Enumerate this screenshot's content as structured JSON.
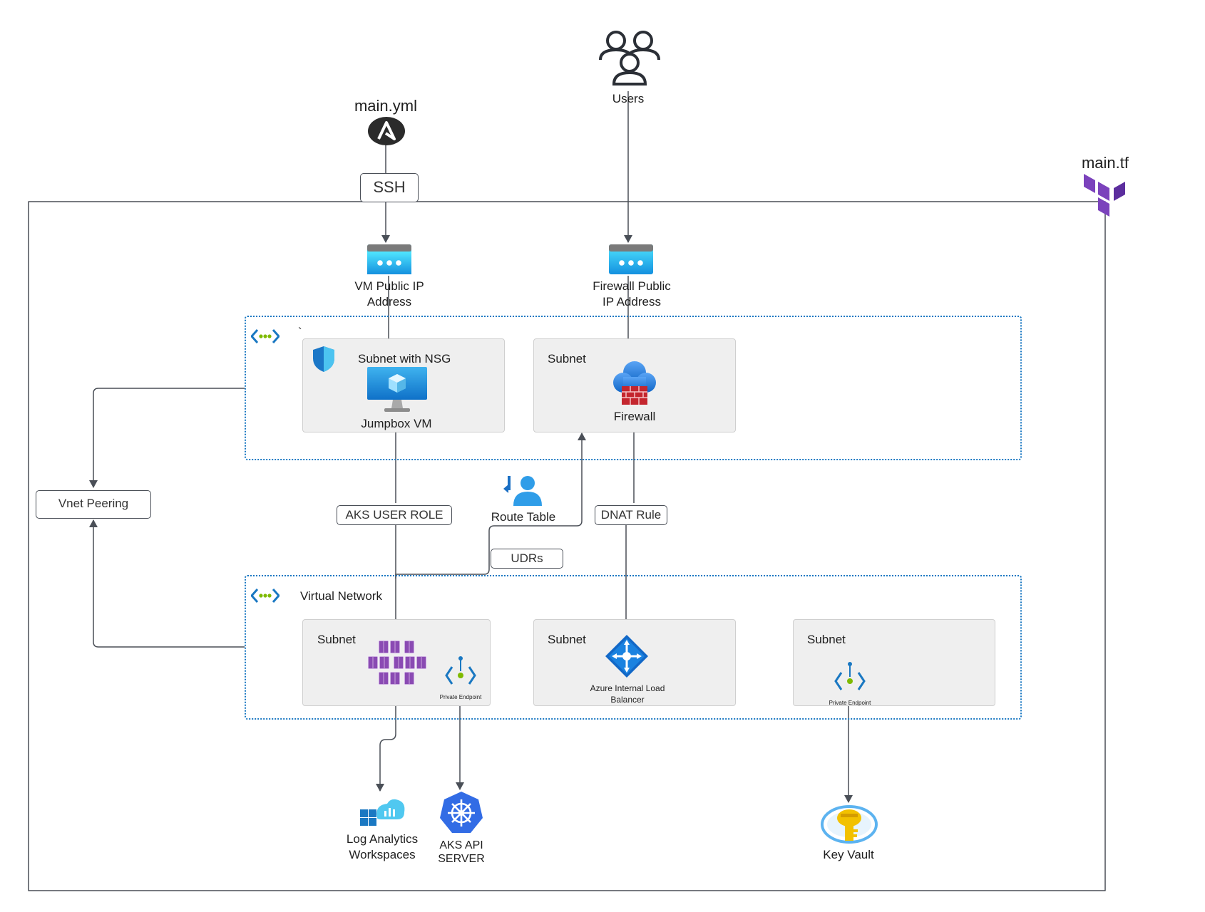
{
  "nodes": {
    "ansible": {
      "label": "main.yml",
      "icon": "ansible-icon"
    },
    "users": {
      "label": "Users",
      "icon": "users-icon"
    },
    "terraform": {
      "label": "main.tf",
      "icon": "terraform-icon"
    },
    "vm_public_ip": {
      "label": "VM Public IP\nAddress",
      "icon": "public-ip-icon"
    },
    "fw_public_ip": {
      "label": "Firewall Public\nIP Address",
      "icon": "public-ip-icon"
    },
    "hub_vnet": {
      "label": "`",
      "icon": "vnet-icon"
    },
    "subnet_nsg": {
      "title": "Subnet with NSG",
      "icon": "nsg-shield-icon"
    },
    "jumpbox": {
      "label": "Jumpbox VM",
      "icon": "virtual-machine-icon"
    },
    "subnet_fw": {
      "title": "Subnet"
    },
    "firewall": {
      "label": "Firewall",
      "icon": "firewall-icon"
    },
    "route_table": {
      "label": "Route Table",
      "icon": "route-table-icon"
    },
    "vnet_peering": {
      "label": "Vnet Peering"
    },
    "spoke_vnet": {
      "label": "Virtual Network",
      "icon": "vnet-icon"
    },
    "subnet_aks": {
      "title": "Subnet",
      "icon": "aks-cluster-icon"
    },
    "pe_aks": {
      "label": "Private Endpoint",
      "icon": "private-endpoint-icon"
    },
    "subnet_lb": {
      "title": "Subnet"
    },
    "load_balancer": {
      "label": "Azure Internal Load\nBalancer",
      "icon": "load-balancer-icon"
    },
    "subnet_kv": {
      "title": "Subnet"
    },
    "pe_kv": {
      "label": "Private Endpoint",
      "icon": "private-endpoint-icon"
    },
    "log_analytics": {
      "label": "Log Analytics\nWorkspaces",
      "icon": "log-analytics-icon"
    },
    "aks_api": {
      "label": "AKS API\nSERVER",
      "icon": "kubernetes-icon"
    },
    "key_vault": {
      "label": "Key Vault",
      "icon": "key-vault-icon"
    }
  },
  "edge_labels": {
    "ssh": "SSH",
    "aks_user_role": "AKS USER ROLE",
    "dnat_rule": "DNAT Rule",
    "udrs": "UDRs"
  },
  "colors": {
    "line": "#4a4f57",
    "vnet_border": "#1a78c2",
    "subnet_fill": "#efefef",
    "azure_blue": "#0078d4",
    "terraform_purple": "#7b42bc",
    "aks_purple": "#7b3fa0",
    "firewall_red": "#c4262e",
    "key_gold": "#f2c100"
  }
}
